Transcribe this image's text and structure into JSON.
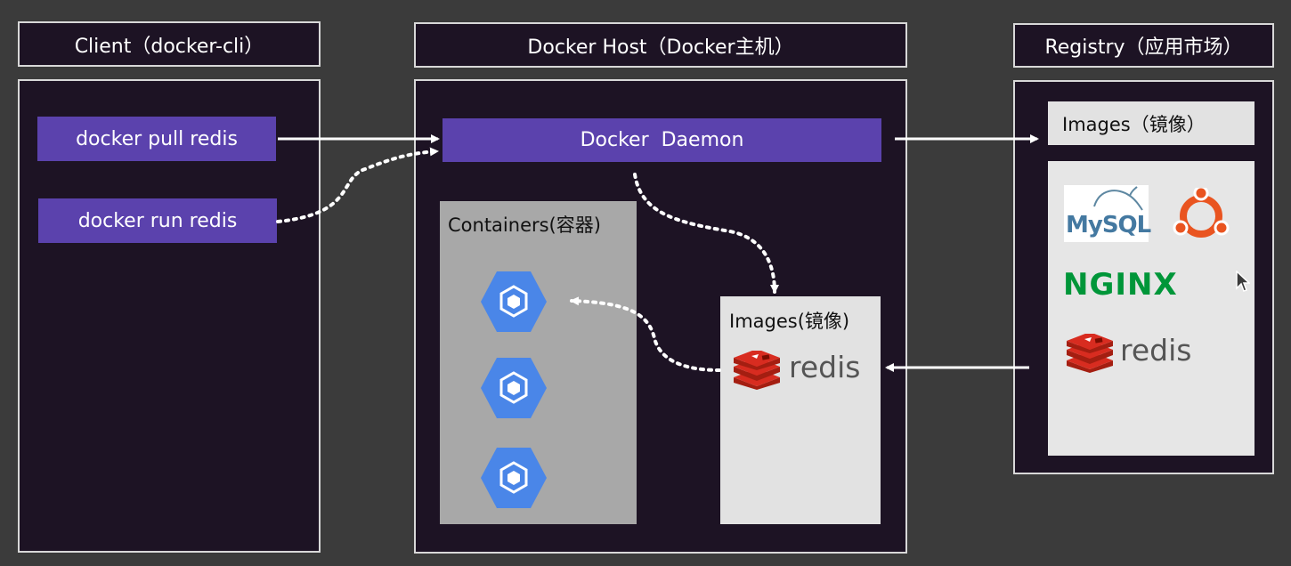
{
  "client": {
    "title": "Client（docker-cli）",
    "commands": [
      "docker pull redis",
      "docker run redis"
    ]
  },
  "host": {
    "title": "Docker Host（Docker主机）",
    "daemon_label": "Docker  Daemon",
    "containers_title": "Containers(容器)",
    "images_title": "Images(镜像)",
    "image_item": "redis"
  },
  "registry": {
    "title": "Registry（应用市场）",
    "images_title": "Images（镜像）",
    "logos": {
      "mysql": "MySQL",
      "nginx": "NGINX",
      "redis": "redis"
    }
  },
  "colors": {
    "background": "#3b3b3b",
    "box_fill": "#1d1324",
    "purple": "#5b42ad",
    "panel_gray": "#a8a8a8",
    "panel_light": "#e2e2e2",
    "hex_blue": "#4a86e8",
    "redis_red": "#d82c20",
    "nginx_green": "#009639",
    "ubuntu_orange": "#e95420"
  }
}
